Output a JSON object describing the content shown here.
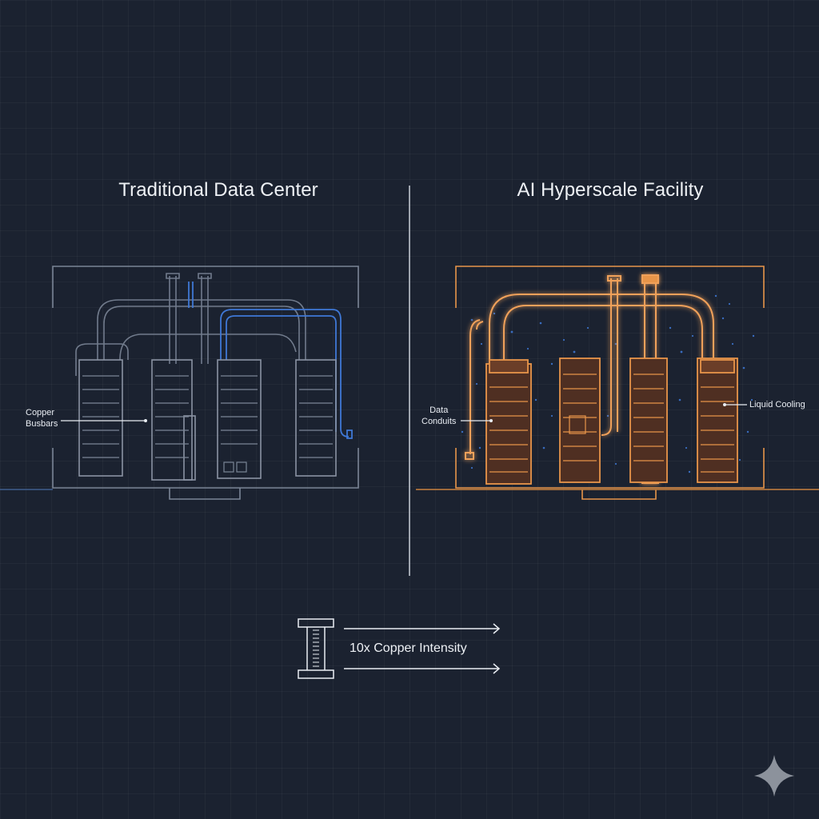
{
  "diagram": {
    "left_panel": {
      "title": "Traditional Data Center",
      "callout_line1": "Copper",
      "callout_line2": "Busbars",
      "color": "#7b8596",
      "accent": "#3f78d6"
    },
    "right_panel": {
      "title": "AI Hyperscale Facility",
      "callout_left_line1": "Data",
      "callout_left_line2": "Conduits",
      "callout_right": "Liquid Cooling",
      "color": "#e8954a",
      "rack_fill": "#5a3424",
      "particle_color": "#3f7ad8"
    },
    "legend": {
      "label": "10x Copper Intensity",
      "icon": "busbar-icon"
    },
    "corner_icon": "sparkle-icon"
  }
}
